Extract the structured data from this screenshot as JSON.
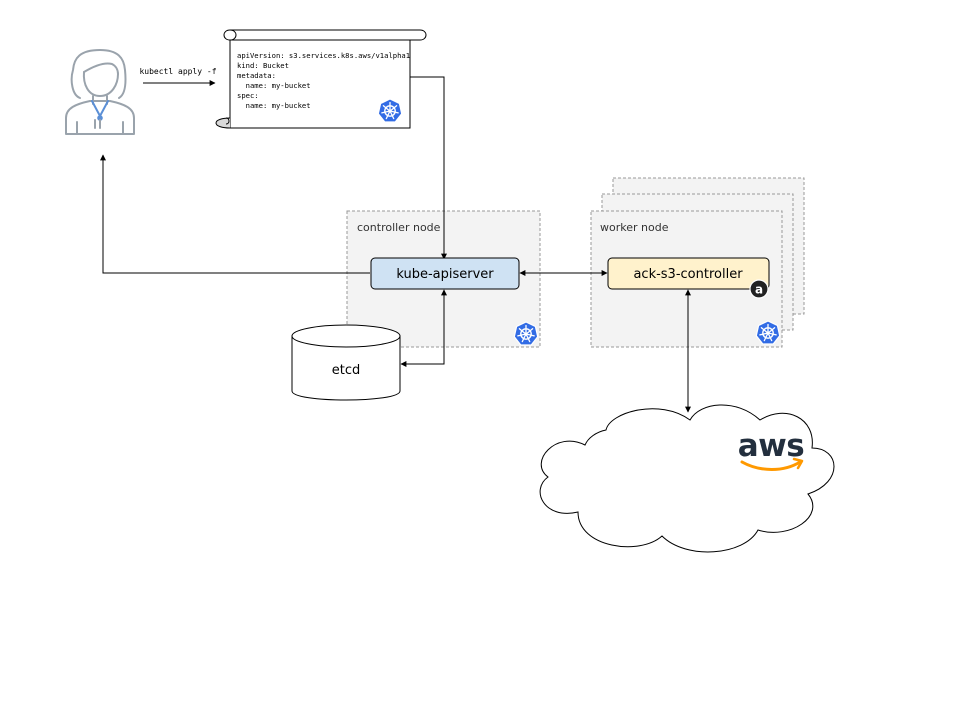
{
  "command": {
    "label": "kubectl apply -f"
  },
  "manifest": {
    "lines": [
      "apiVersion: s3.services.k8s.aws/v1alpha1",
      "kind: Bucket",
      "metadata:",
      "  name: my-bucket",
      "spec:",
      "  name: my-bucket"
    ]
  },
  "controller_node": {
    "label": "controller node",
    "service": "kube-apiserver"
  },
  "worker_node": {
    "label": "worker node",
    "service": "ack-s3-controller",
    "badge": "a"
  },
  "datastore": {
    "label": "etcd"
  },
  "cloud": {
    "logo_text": "aws"
  },
  "colors": {
    "node_fill": "#f3f3f3",
    "node_border": "#999999",
    "apiserver_fill": "#cfe2f3",
    "controller_fill": "#fff2cc",
    "k8s_blue": "#326ce5",
    "person_stroke": "#9aa3ac",
    "aws_orange": "#ff9900",
    "aws_dark": "#232f3e"
  }
}
